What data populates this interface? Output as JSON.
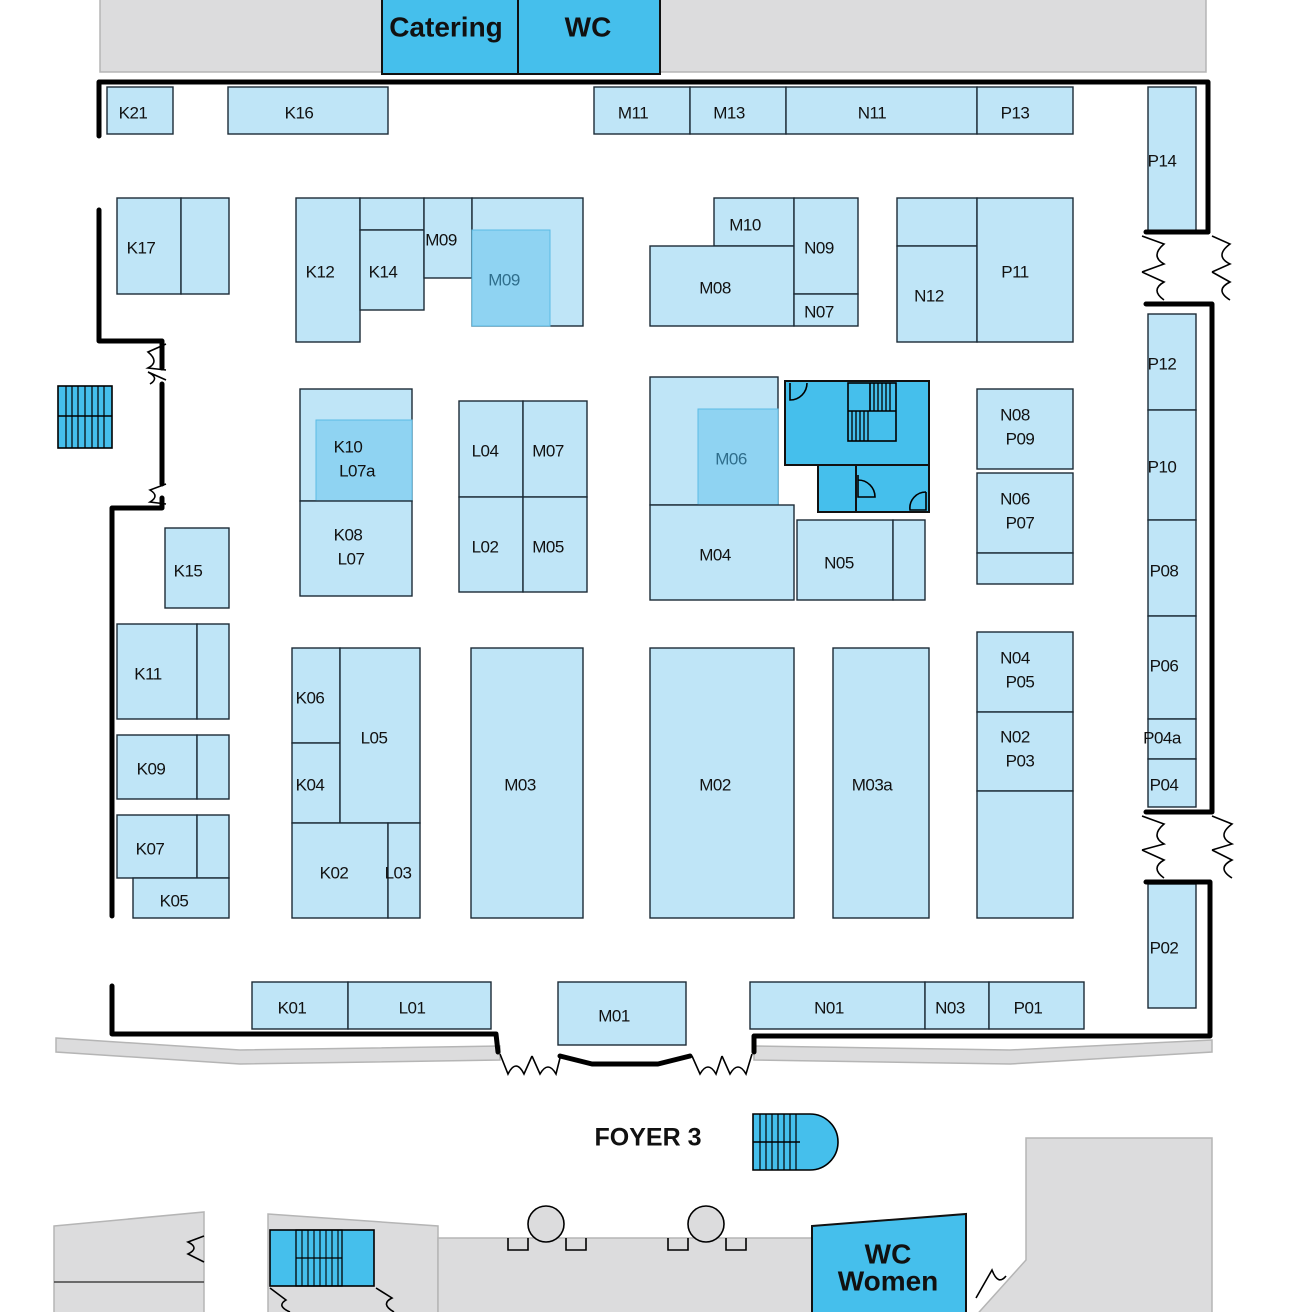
{
  "facilities": {
    "catering": "Catering",
    "wc": "WC",
    "wc_women_line1": "WC",
    "wc_women_line2": "Women",
    "foyer": "FOYER 3"
  },
  "booths": {
    "K21": "K21",
    "K16": "K16",
    "M11": "M11",
    "M13": "M13",
    "N11": "N11",
    "P13": "P13",
    "P14": "P14",
    "K17": "K17",
    "K12": "K12",
    "K14": "K14",
    "M09_small": "M09",
    "M09_large": "M09",
    "M10": "M10",
    "N09": "N09",
    "M08": "M08",
    "N07": "N07",
    "N12": "N12",
    "P11": "P11",
    "P12": "P12",
    "K10": "K10",
    "L07a": "L07a",
    "K08": "K08",
    "L07": "L07",
    "L04": "L04",
    "M07": "M07",
    "L02": "L02",
    "M05": "M05",
    "M06": "M06",
    "M04": "M04",
    "N05": "N05",
    "N08": "N08",
    "P09": "P09",
    "N06": "N06",
    "P07": "P07",
    "P10": "P10",
    "P08": "P08",
    "K15": "K15",
    "K11": "K11",
    "K09": "K09",
    "K07": "K07",
    "K05": "K05",
    "K06": "K06",
    "L05": "L05",
    "K04": "K04",
    "K02": "K02",
    "L03": "L03",
    "M03": "M03",
    "M02": "M02",
    "M03a": "M03a",
    "N04": "N04",
    "P05": "P05",
    "N02": "N02",
    "P03": "P03",
    "P06": "P06",
    "P04a": "P04a",
    "P04": "P04",
    "P02": "P02",
    "K01": "K01",
    "L01": "L01",
    "M01": "M01",
    "N01": "N01",
    "N03": "N03",
    "P01": "P01"
  },
  "colors": {
    "booth": "#bfe5f7",
    "booth_highlight": "#8fd3f2",
    "facility": "#45bfec",
    "wall": "#000000",
    "outside": "#dcdcdd"
  },
  "icons": [
    "stairs-icon",
    "door-icon",
    "column-icon"
  ]
}
